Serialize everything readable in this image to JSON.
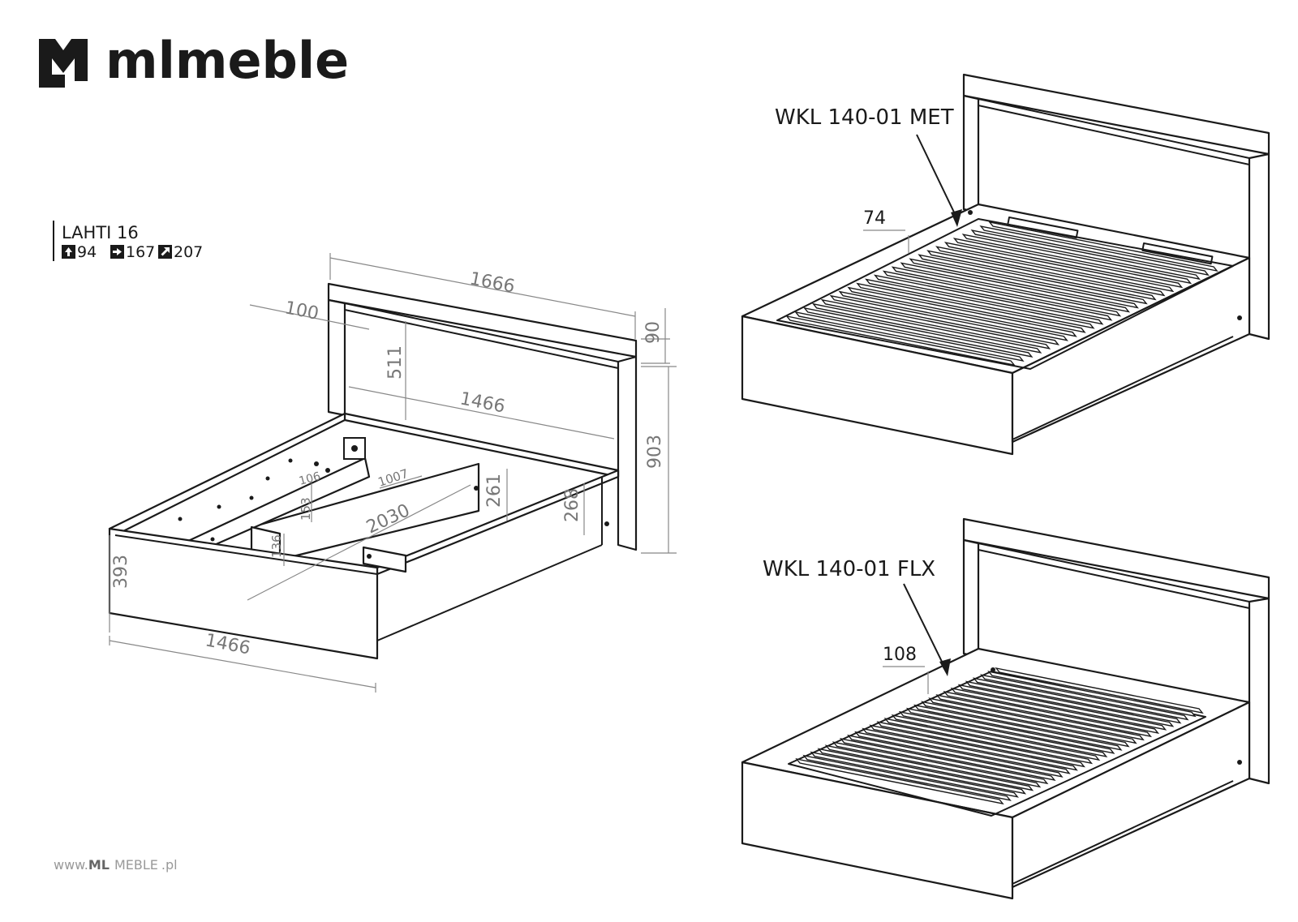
{
  "brand": {
    "logo_text": "mlmeble",
    "website_prefix": "www.",
    "website_brand": "ML",
    "website_name": "MEBLE",
    "website_suffix": ".pl"
  },
  "product": {
    "name": "LAHTI 16",
    "height": "94",
    "width": "167",
    "depth": "207",
    "height_icon": "arrow-up-icon",
    "width_icon": "arrow-right-icon",
    "depth_icon": "arrow-diagonal-icon"
  },
  "dimensions": {
    "total_width": "1666",
    "headboard_side": "100",
    "headboard_top": "90",
    "headboard_panel_height": "511",
    "inner_width": "1466",
    "total_height": "903",
    "center_beam_depth": "1007",
    "inner_length": "2030",
    "rail_height": "261",
    "side_height": "268",
    "beam_offset": "106",
    "beam_height": "153",
    "support_height": "136",
    "frame_height": "393",
    "frame_width": "1466"
  },
  "variants": [
    {
      "label": "WKL 140-01 MET",
      "depth_value": "74"
    },
    {
      "label": "WKL 140-01 FLX",
      "depth_value": "108"
    }
  ]
}
